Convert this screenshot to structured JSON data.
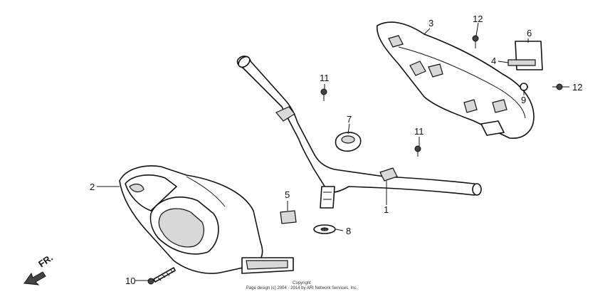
{
  "diagram": {
    "direction_label": "FR.",
    "callouts": [
      "1",
      "2",
      "3",
      "4",
      "5",
      "6",
      "7",
      "8",
      "9",
      "10",
      "11",
      "11",
      "12",
      "12"
    ],
    "copyright_line1": "Copyright",
    "copyright_line2": "Page design (c) 2004 - 2014 by ARI Network Services, Inc."
  }
}
